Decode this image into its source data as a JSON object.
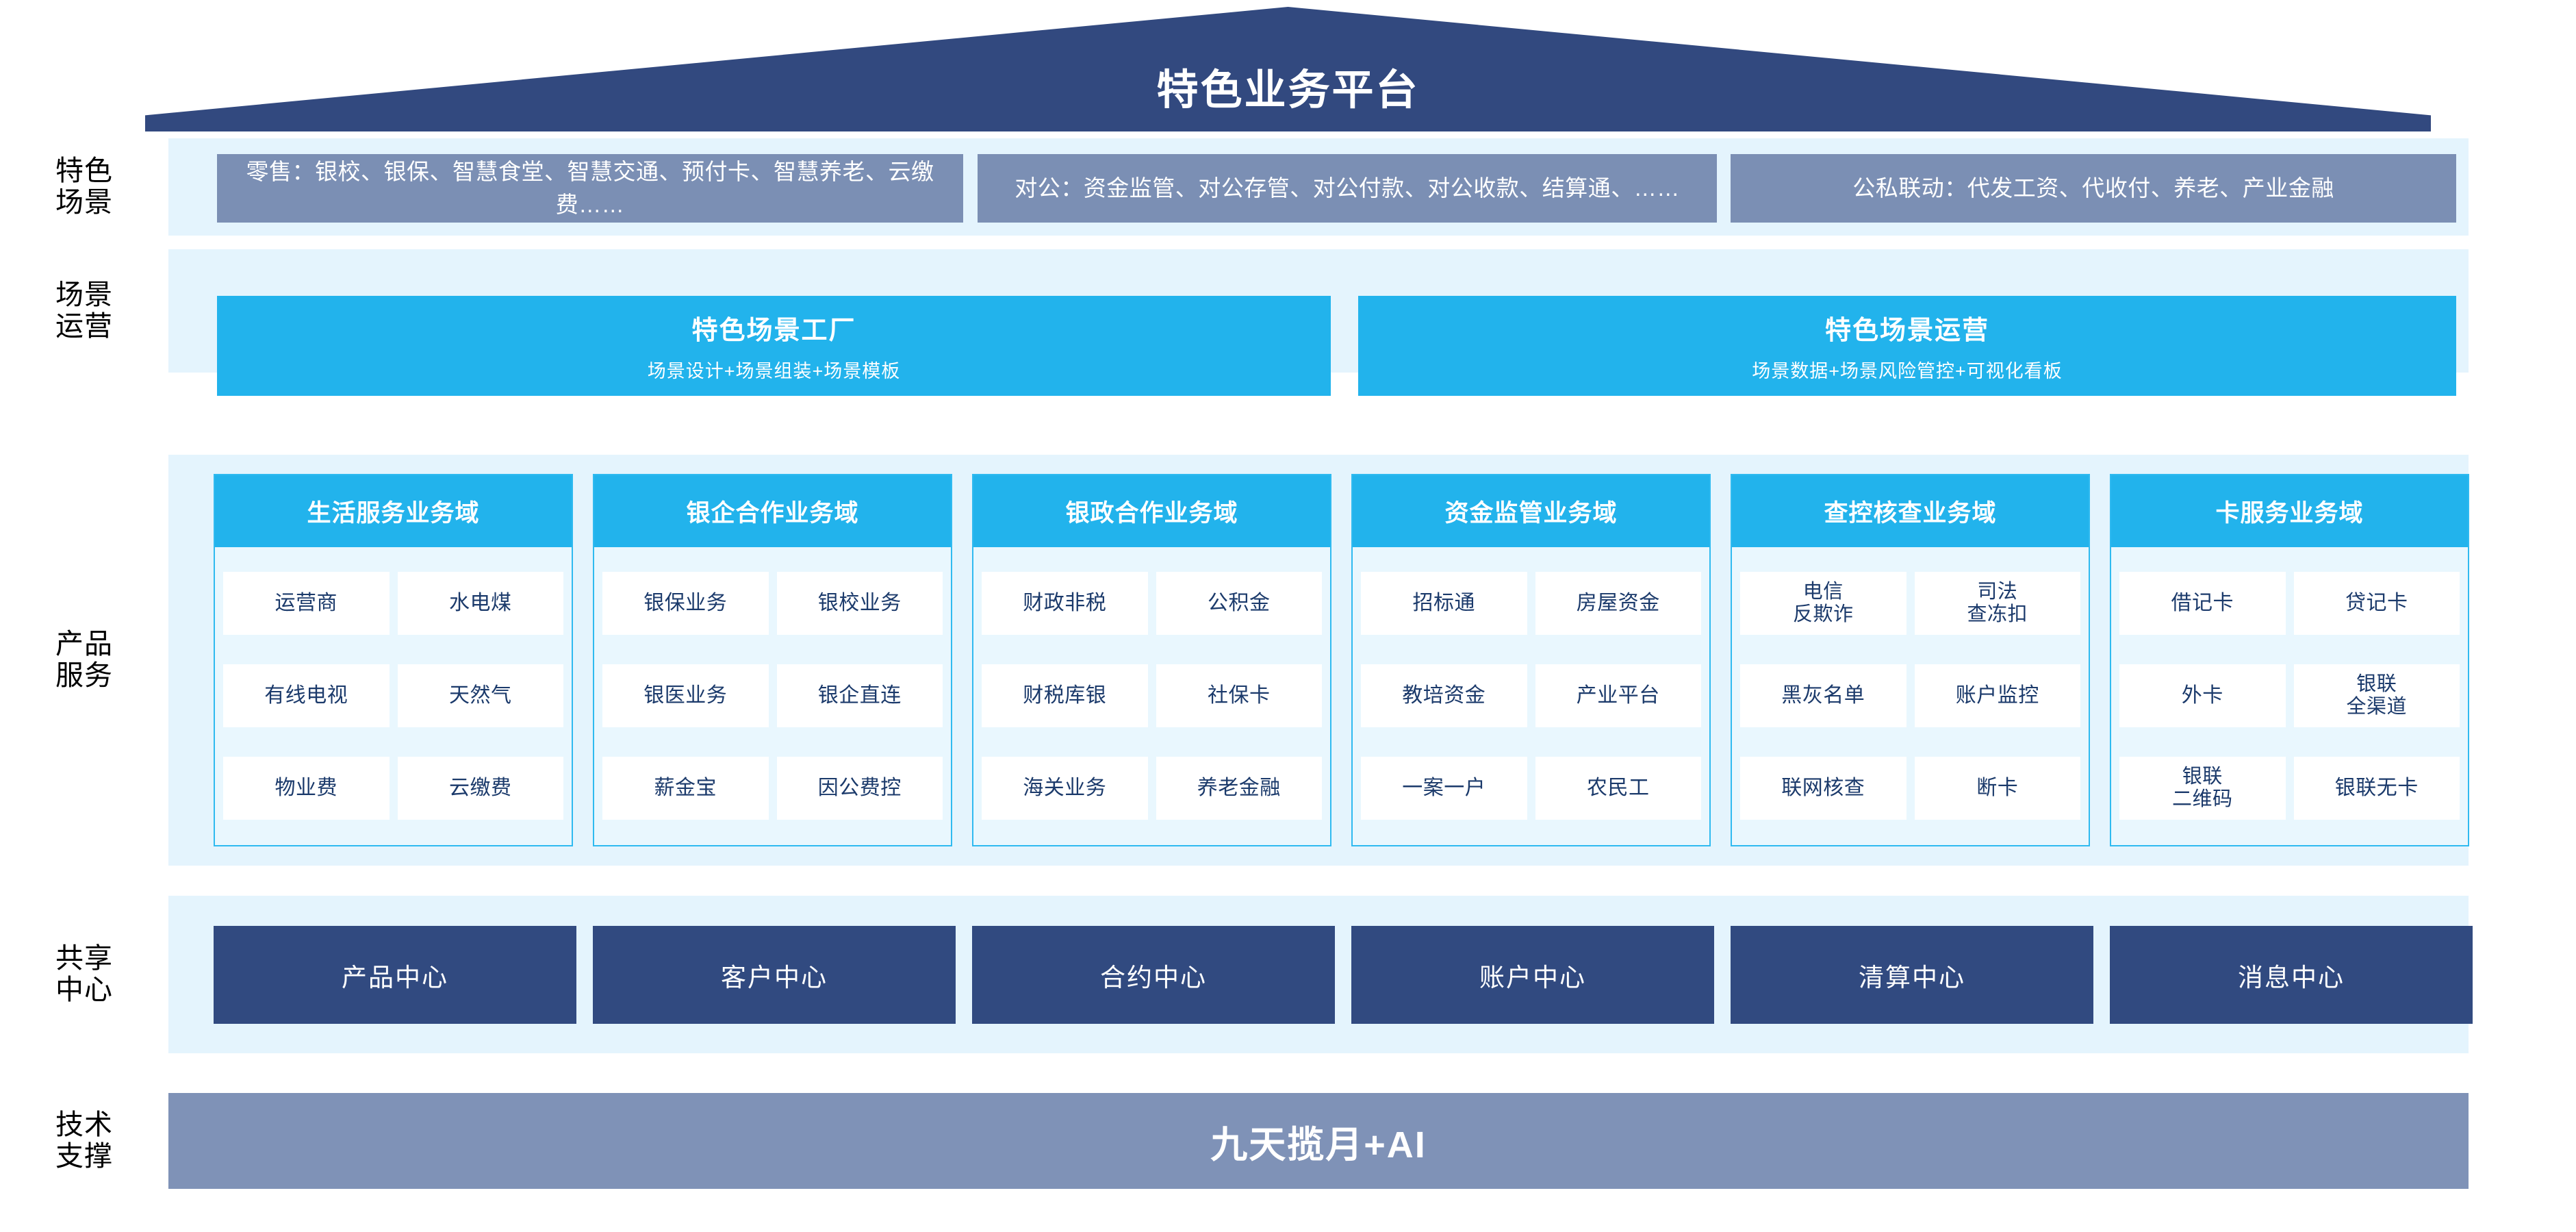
{
  "theme": {
    "roof_blue": "#32497f",
    "band_bg": "#e4f4fd",
    "pill_gray_blue": "#7b8fb4",
    "cyan": "#22b3ec",
    "deep_blue": "#314a80",
    "tech_gray": "#7f92b7",
    "cell_text": "#1b3a6b"
  },
  "header": {
    "title": "特色业务平台"
  },
  "rails": [
    {
      "label": "特色\n场景"
    },
    {
      "label": "场景\n运营"
    },
    {
      "label": "产品\n服务"
    },
    {
      "label": "共享\n中心"
    },
    {
      "label": "技术\n支撑"
    }
  ],
  "scenarios": [
    {
      "text": "零售：银校、银保、智慧食堂、智慧交通、预付卡、智慧养老、云缴费……"
    },
    {
      "text": "对公：资金监管、对公存管、对公付款、对公收款、结算通、……"
    },
    {
      "text": "公私联动：代发工资、代收付、养老、产业金融"
    }
  ],
  "operations": [
    {
      "title": "特色场景工厂",
      "subtitle": "场景设计+场景组装+场景模板"
    },
    {
      "title": "特色场景运营",
      "subtitle": "场景数据+场景风险管控+可视化看板"
    }
  ],
  "domains": [
    {
      "title": "生活服务业务域",
      "rows": [
        [
          "运营商",
          "水电煤"
        ],
        [
          "有线电视",
          "天然气"
        ],
        [
          "物业费",
          "云缴费"
        ]
      ]
    },
    {
      "title": "银企合作业务域",
      "rows": [
        [
          "银保业务",
          "银校业务"
        ],
        [
          "银医业务",
          "银企直连"
        ],
        [
          "薪金宝",
          "因公费控"
        ]
      ]
    },
    {
      "title": "银政合作业务域",
      "rows": [
        [
          "财政非税",
          "公积金"
        ],
        [
          "财税库银",
          "社保卡"
        ],
        [
          "海关业务",
          "养老金融"
        ]
      ]
    },
    {
      "title": "资金监管业务域",
      "rows": [
        [
          "招标通",
          "房屋资金"
        ],
        [
          "教培资金",
          "产业平台"
        ],
        [
          "一案一户",
          "农民工"
        ]
      ]
    },
    {
      "title": "查控核查业务域",
      "rows": [
        [
          "电信\n反欺诈",
          "司法\n查冻扣"
        ],
        [
          "黑灰名单",
          "账户监控"
        ],
        [
          "联网核查",
          "断卡"
        ]
      ]
    },
    {
      "title": "卡服务业务域",
      "rows": [
        [
          "借记卡",
          "贷记卡"
        ],
        [
          "外卡",
          "银联\n全渠道"
        ],
        [
          "银联\n二维码",
          "银联无卡"
        ]
      ]
    }
  ],
  "centers": [
    {
      "label": "产品中心"
    },
    {
      "label": "客户中心"
    },
    {
      "label": "合约中心"
    },
    {
      "label": "账户中心"
    },
    {
      "label": "清算中心"
    },
    {
      "label": "消息中心"
    }
  ],
  "tech": {
    "label": "九天揽月+AI"
  }
}
